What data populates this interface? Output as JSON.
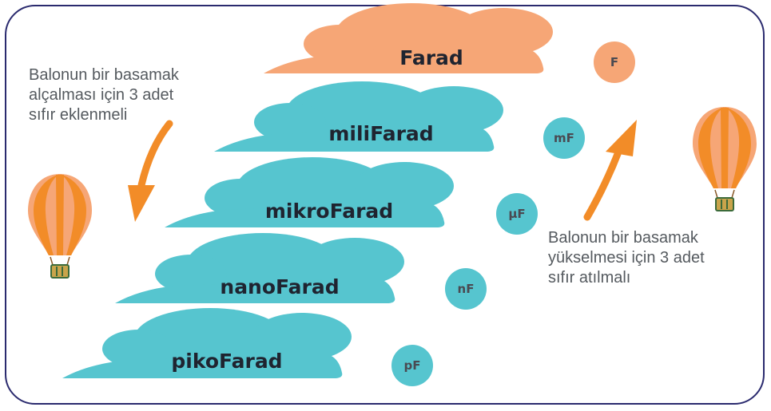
{
  "units": [
    {
      "name": "Farad",
      "symbol": "F",
      "color": "#f6a676"
    },
    {
      "name": "miliFarad",
      "symbol": "mF",
      "color": "#56c5cf"
    },
    {
      "name": "mikroFarad",
      "symbol": "µF",
      "color": "#56c5cf"
    },
    {
      "name": "nanoFarad",
      "symbol": "nF",
      "color": "#56c5cf"
    },
    {
      "name": "pikoFarad",
      "symbol": "pF",
      "color": "#56c5cf"
    }
  ],
  "notes": {
    "descend": [
      "Balonun bir basamak",
      "alçalması için 3 adet",
      "sıfır eklenmeli"
    ],
    "ascend": [
      "Balonun bir basamak",
      "yükselmesi için 3 adet",
      "sıfır atılmalı"
    ]
  },
  "colors": {
    "frame": "#2a2a6e",
    "arrow": "#f28c28",
    "balloon_light": "#f6a676",
    "balloon_dark": "#f28c28",
    "text": "#555a5f"
  }
}
